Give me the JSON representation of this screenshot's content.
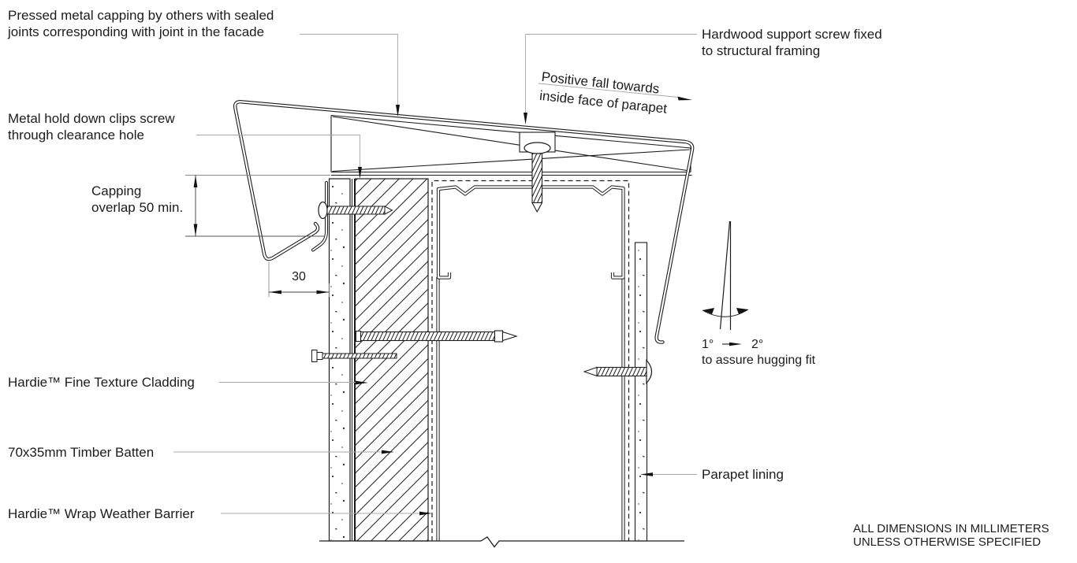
{
  "colors": {
    "ink": "#1c1c1c",
    "leader": "#a8a8a8",
    "extension_line": "#8c8c8c",
    "dimension_line": "#444444",
    "background": "#ffffff"
  },
  "callouts": {
    "pressed_capping": "Pressed metal capping by others with sealed\njoints corresponding with joint in the facade",
    "hold_down_clips": "Metal hold down clips screw\nthrough clearance hole",
    "hardwood_screw": "Hardwood support screw fixed\nto structural framing",
    "positive_fall": "Positive fall towards\ninside face of parapet",
    "cladding": "Hardie™ Fine Texture Cladding",
    "timber_batten": "70x35mm Timber Batten",
    "weather_barrier": "Hardie™ Wrap Weather Barrier",
    "parapet_lining": "Parapet lining"
  },
  "dimensions": {
    "capping_overlap": "Capping\noverlap 50 min.",
    "clearance_gap": "30",
    "angle_min": "1°",
    "angle_max": "2°",
    "angle_note": "to assure hugging fit"
  },
  "notes": {
    "units": "ALL DIMENSIONS IN MILLIMETERS\nUNLESS OTHERWISE SPECIFIED"
  }
}
